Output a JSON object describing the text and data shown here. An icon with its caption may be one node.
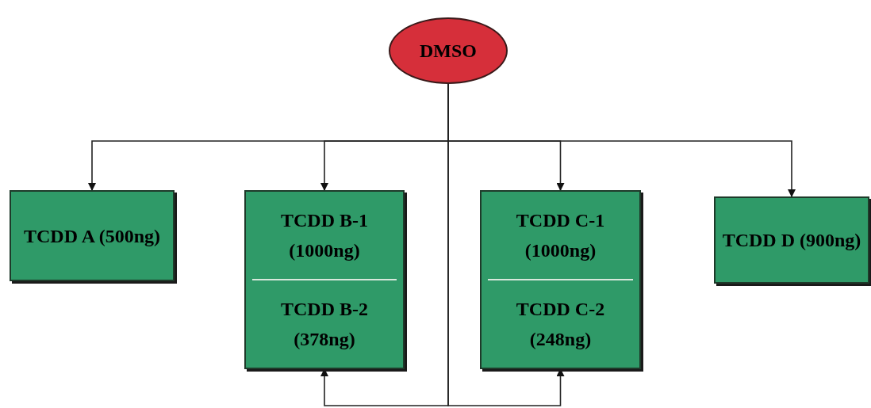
{
  "diagram": {
    "nodes": [
      {
        "text": [
          "DMSO"
        ]
      },
      {
        "text": [
          "TCDD A (500ng)"
        ]
      },
      {
        "text": [
          "TCDD B-1 (1000ng)",
          "TCDD B-2 (378ng)"
        ]
      },
      {
        "text": [
          "TCDD C-1 (1000ng)",
          "TCDD C-2 (248ng)"
        ]
      },
      {
        "text": [
          "TCDD D (900ng)"
        ]
      }
    ],
    "edges": [
      {
        "from": 0,
        "to": 1,
        "arrow": "to"
      },
      {
        "from": 0,
        "to": 2,
        "arrow": "to"
      },
      {
        "from": 0,
        "to": 3,
        "arrow": "to"
      },
      {
        "from": 0,
        "to": 4,
        "arrow": "to"
      },
      {
        "from": 0,
        "to": 2,
        "arrow": "to"
      },
      {
        "from": 0,
        "to": 3,
        "arrow": "to"
      }
    ]
  }
}
